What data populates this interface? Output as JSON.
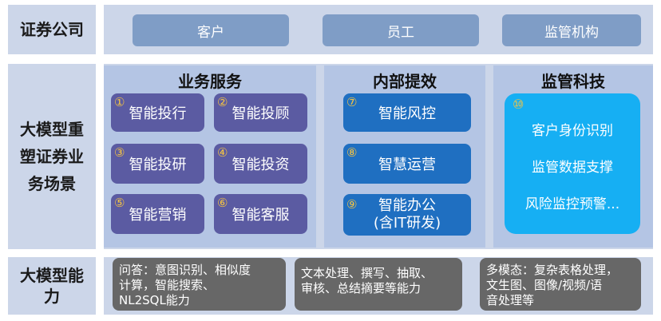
{
  "rows": {
    "top_label": "证券公司",
    "middle_label_lines": [
      "大模型重",
      "塑证券业",
      "务场景"
    ],
    "bottom_label_lines": [
      "大模型能",
      "力"
    ]
  },
  "top_entities": [
    "客户",
    "员工",
    "监管机构"
  ],
  "sections": {
    "business": {
      "title": "业务服务",
      "items": [
        {
          "num": "①",
          "label": "智能投行"
        },
        {
          "num": "②",
          "label": "智能投顾"
        },
        {
          "num": "③",
          "label": "智能投研"
        },
        {
          "num": "④",
          "label": "智能投资"
        },
        {
          "num": "⑤",
          "label": "智能营销"
        },
        {
          "num": "⑥",
          "label": "智能客服"
        }
      ]
    },
    "internal": {
      "title": "内部提效",
      "items": [
        {
          "num": "⑦",
          "label": "智能风控"
        },
        {
          "num": "⑧",
          "label": "智慧运营"
        },
        {
          "num": "⑨",
          "label_lines": [
            "智能办公",
            "(含IT研发)"
          ]
        }
      ]
    },
    "regtech": {
      "title": "监管科技",
      "num": "⑩",
      "items": [
        "客户身份识别",
        "监管数据支撑",
        "风险监控预警..."
      ]
    }
  },
  "capabilities": [
    {
      "lines": [
        "问答：意图识别、相似度",
        "计算，智能搜索、",
        "NL2SQL能力"
      ]
    },
    {
      "lines": [
        "文本处理、撰写、抽取、",
        "审核、总结摘要等能力"
      ]
    },
    {
      "lines": [
        "多模态：复杂表格处理，",
        "文生图、图像/视频/语",
        "音处理等"
      ]
    }
  ]
}
